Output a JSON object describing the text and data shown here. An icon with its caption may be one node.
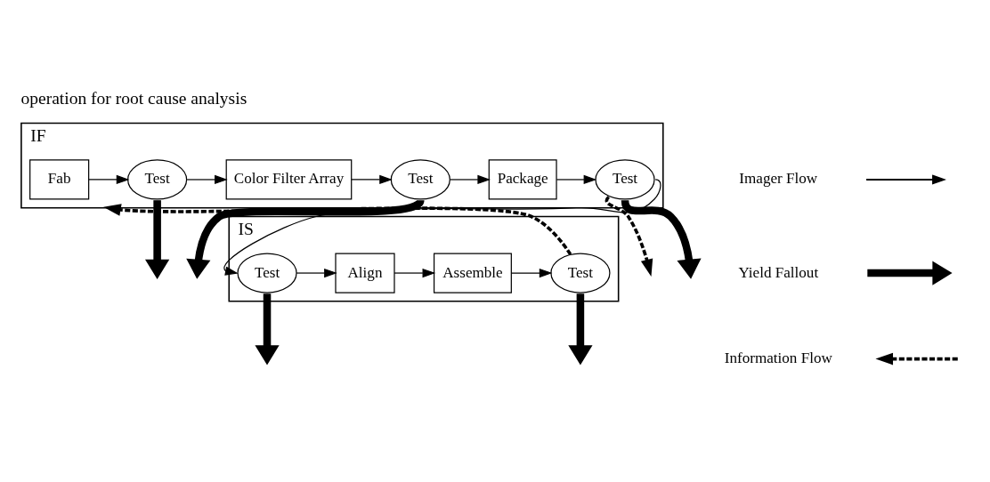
{
  "diagram": {
    "title": "operation for root cause analysis",
    "nodes": [
      {
        "text": [
          "IF"
        ]
      },
      {
        "text": [
          "Fab"
        ],
        "in": 0
      },
      {
        "text": [
          "Test"
        ],
        "in": 0
      },
      {
        "text": [
          "Color Filter Array"
        ],
        "in": 0
      },
      {
        "text": [
          "Test"
        ],
        "in": 0
      },
      {
        "text": [
          "Package"
        ],
        "in": 0
      },
      {
        "text": [
          "Test"
        ],
        "in": 0
      },
      {
        "text": [
          "IS"
        ]
      },
      {
        "text": [
          "Test"
        ],
        "in": 7
      },
      {
        "text": [
          "Align"
        ],
        "in": 7
      },
      {
        "text": [
          "Assemble"
        ],
        "in": 7
      },
      {
        "text": [
          "Test"
        ],
        "in": 7
      }
    ],
    "edges": [
      {
        "from": 1,
        "to": 2,
        "arrow": "to"
      },
      {
        "from": 2,
        "to": 3,
        "arrow": "to"
      },
      {
        "from": 3,
        "to": 4,
        "arrow": "to"
      },
      {
        "from": 4,
        "to": 5,
        "arrow": "to"
      },
      {
        "from": 5,
        "to": 6,
        "arrow": "to"
      },
      {
        "from": 6,
        "to": 8,
        "arrow": "to"
      },
      {
        "from": 8,
        "to": 9,
        "arrow": "to"
      },
      {
        "from": 9,
        "to": 10,
        "arrow": "to"
      },
      {
        "from": 10,
        "to": 11,
        "arrow": "to"
      },
      {
        "from": 2,
        "to": null,
        "arrow": "to",
        "style": "thick"
      },
      {
        "from": 4,
        "to": null,
        "arrow": "to",
        "style": "thick"
      },
      {
        "from": 6,
        "to": null,
        "arrow": "to",
        "style": "thick"
      },
      {
        "from": 8,
        "to": null,
        "arrow": "to",
        "style": "thick"
      },
      {
        "from": 11,
        "to": null,
        "arrow": "to",
        "style": "thick"
      },
      {
        "from": 6,
        "to": null,
        "arrow": "to",
        "style": "dashed"
      },
      {
        "from": 11,
        "to": 0,
        "arrow": "to",
        "style": "dashed"
      }
    ],
    "legend": [
      {
        "text": "Imager Flow"
      },
      {
        "text": "Yield Fallout"
      },
      {
        "text": "Information Flow"
      }
    ]
  }
}
